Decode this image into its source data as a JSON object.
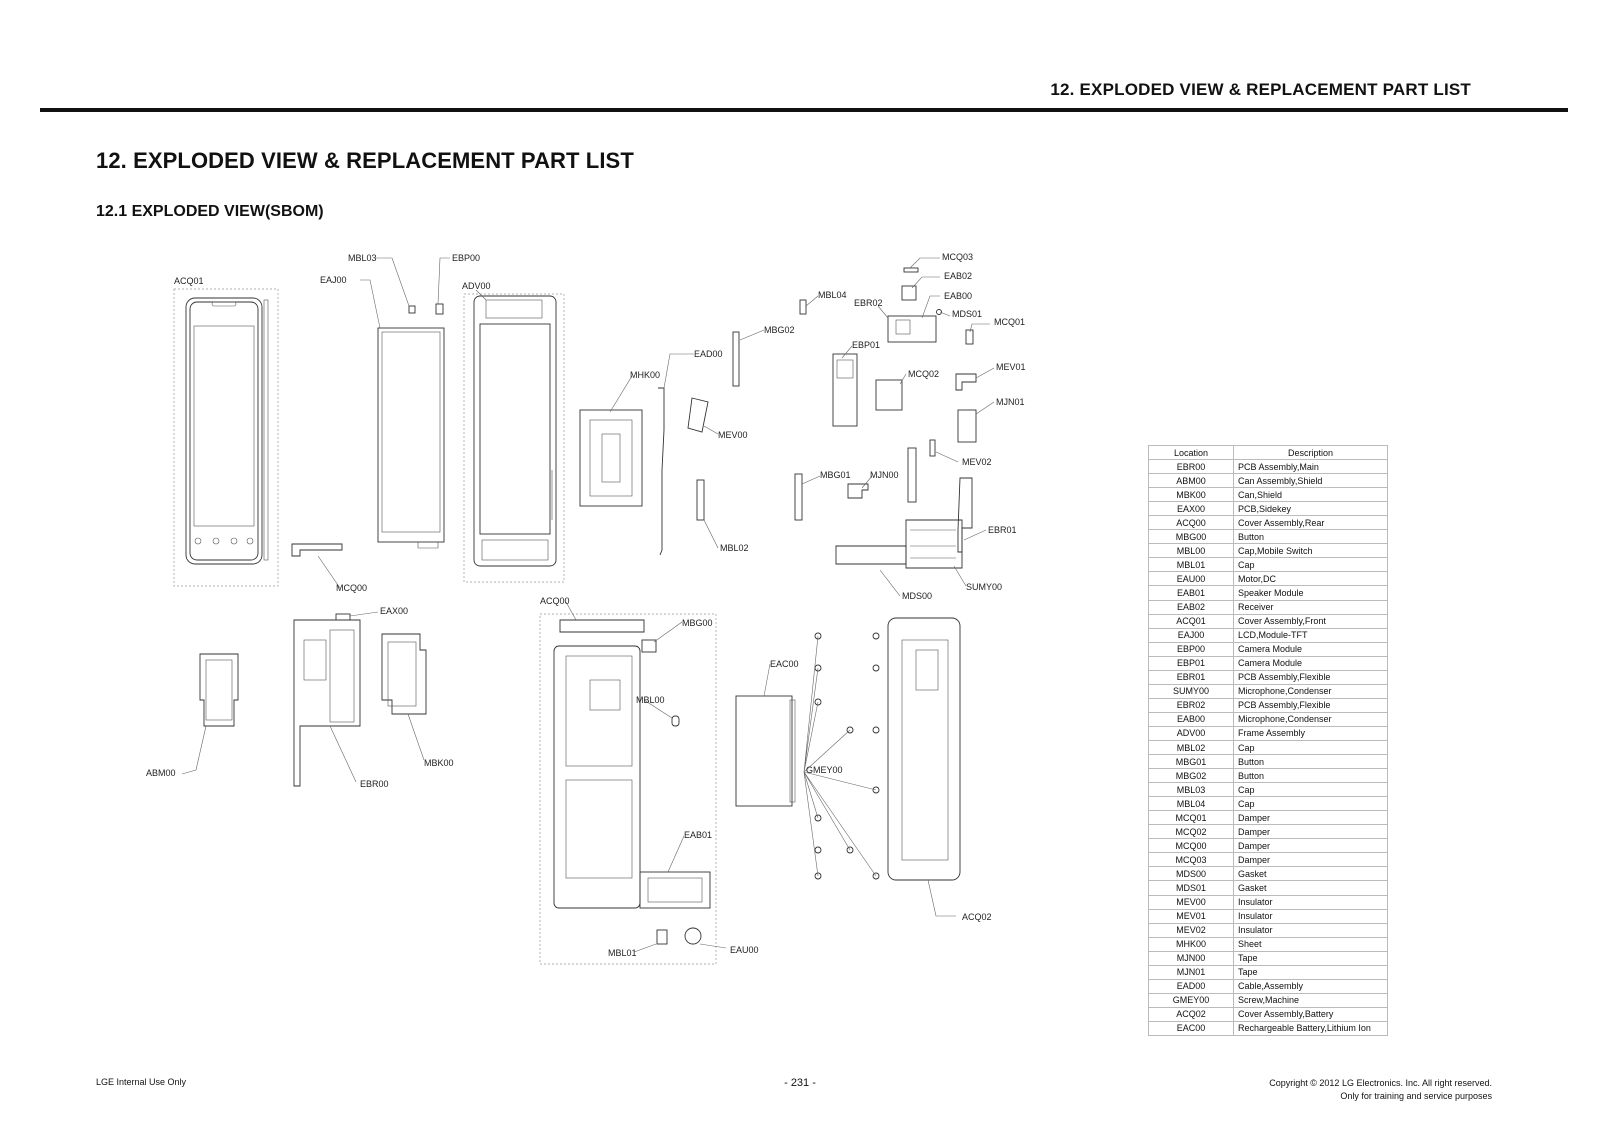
{
  "header": {
    "running_title": "12. EXPLODED VIEW & REPLACEMENT PART LIST"
  },
  "document": {
    "title": "12. EXPLODED VIEW & REPLACEMENT PART LIST",
    "section_title": "12.1 EXPLODED VIEW(SBOM)"
  },
  "diagram": {
    "callouts": [
      {
        "code": "MBL03"
      },
      {
        "code": "EBP00"
      },
      {
        "code": "ACQ01"
      },
      {
        "code": "EAJ00"
      },
      {
        "code": "ADV00"
      },
      {
        "code": "MCQ03"
      },
      {
        "code": "EAB02"
      },
      {
        "code": "EAB00"
      },
      {
        "code": "MDS01"
      },
      {
        "code": "MCQ01"
      },
      {
        "code": "MBL04"
      },
      {
        "code": "EBR02"
      },
      {
        "code": "MBG02"
      },
      {
        "code": "EBP01"
      },
      {
        "code": "EAD00"
      },
      {
        "code": "MHK00"
      },
      {
        "code": "MCQ02"
      },
      {
        "code": "MEV01"
      },
      {
        "code": "MJN01"
      },
      {
        "code": "MEV00"
      },
      {
        "code": "MEV02"
      },
      {
        "code": "MBG01"
      },
      {
        "code": "MJN00"
      },
      {
        "code": "EBR01"
      },
      {
        "code": "MBL02"
      },
      {
        "code": "SUMY00"
      },
      {
        "code": "MDS00"
      },
      {
        "code": "MCQ00"
      },
      {
        "code": "ACQ00"
      },
      {
        "code": "EAX00"
      },
      {
        "code": "MBG00"
      },
      {
        "code": "EAC00"
      },
      {
        "code": "MBL00"
      },
      {
        "code": "ABM00"
      },
      {
        "code": "MBK00"
      },
      {
        "code": "EBR00"
      },
      {
        "code": "GMEY00"
      },
      {
        "code": "EAB01"
      },
      {
        "code": "ACQ02"
      },
      {
        "code": "MBL01"
      },
      {
        "code": "EAU00"
      }
    ]
  },
  "parts_table": {
    "headers": [
      "Location",
      "Description"
    ],
    "rows": [
      {
        "location": "EBR00",
        "description": "PCB Assembly,Main"
      },
      {
        "location": "ABM00",
        "description": "Can Assembly,Shield"
      },
      {
        "location": "MBK00",
        "description": "Can,Shield"
      },
      {
        "location": "EAX00",
        "description": "PCB,Sidekey"
      },
      {
        "location": "ACQ00",
        "description": "Cover Assembly,Rear"
      },
      {
        "location": "MBG00",
        "description": "Button"
      },
      {
        "location": "MBL00",
        "description": "Cap,Mobile Switch"
      },
      {
        "location": "MBL01",
        "description": "Cap"
      },
      {
        "location": "EAU00",
        "description": "Motor,DC"
      },
      {
        "location": "EAB01",
        "description": "Speaker Module"
      },
      {
        "location": "EAB02",
        "description": "Receiver"
      },
      {
        "location": "ACQ01",
        "description": "Cover Assembly,Front"
      },
      {
        "location": "EAJ00",
        "description": "LCD,Module-TFT"
      },
      {
        "location": "EBP00",
        "description": "Camera Module"
      },
      {
        "location": "EBP01",
        "description": "Camera Module"
      },
      {
        "location": "EBR01",
        "description": "PCB Assembly,Flexible"
      },
      {
        "location": "SUMY00",
        "description": "Microphone,Condenser"
      },
      {
        "location": "EBR02",
        "description": "PCB Assembly,Flexible"
      },
      {
        "location": "EAB00",
        "description": "Microphone,Condenser"
      },
      {
        "location": "ADV00",
        "description": "Frame Assembly"
      },
      {
        "location": "MBL02",
        "description": "Cap"
      },
      {
        "location": "MBG01",
        "description": "Button"
      },
      {
        "location": "MBG02",
        "description": "Button"
      },
      {
        "location": "MBL03",
        "description": "Cap"
      },
      {
        "location": "MBL04",
        "description": "Cap"
      },
      {
        "location": "MCQ01",
        "description": "Damper"
      },
      {
        "location": "MCQ02",
        "description": "Damper"
      },
      {
        "location": "MCQ00",
        "description": "Damper"
      },
      {
        "location": "MCQ03",
        "description": "Damper"
      },
      {
        "location": "MDS00",
        "description": "Gasket"
      },
      {
        "location": "MDS01",
        "description": "Gasket"
      },
      {
        "location": "MEV00",
        "description": "Insulator"
      },
      {
        "location": "MEV01",
        "description": "Insulator"
      },
      {
        "location": "MEV02",
        "description": "Insulator"
      },
      {
        "location": "MHK00",
        "description": "Sheet"
      },
      {
        "location": "MJN00",
        "description": "Tape"
      },
      {
        "location": "MJN01",
        "description": "Tape"
      },
      {
        "location": "EAD00",
        "description": "Cable,Assembly"
      },
      {
        "location": "GMEY00",
        "description": "Screw,Machine"
      },
      {
        "location": "ACQ02",
        "description": "Cover Assembly,Battery"
      },
      {
        "location": "EAC00",
        "description": "Rechargeable Battery,Lithium Ion"
      }
    ]
  },
  "footer": {
    "left": "LGE Internal Use Only",
    "page_number": "- 231 -",
    "copyright": "Copyright © 2012 LG Electronics. Inc. All right reserved.",
    "usage_note": "Only for training and service purposes"
  }
}
